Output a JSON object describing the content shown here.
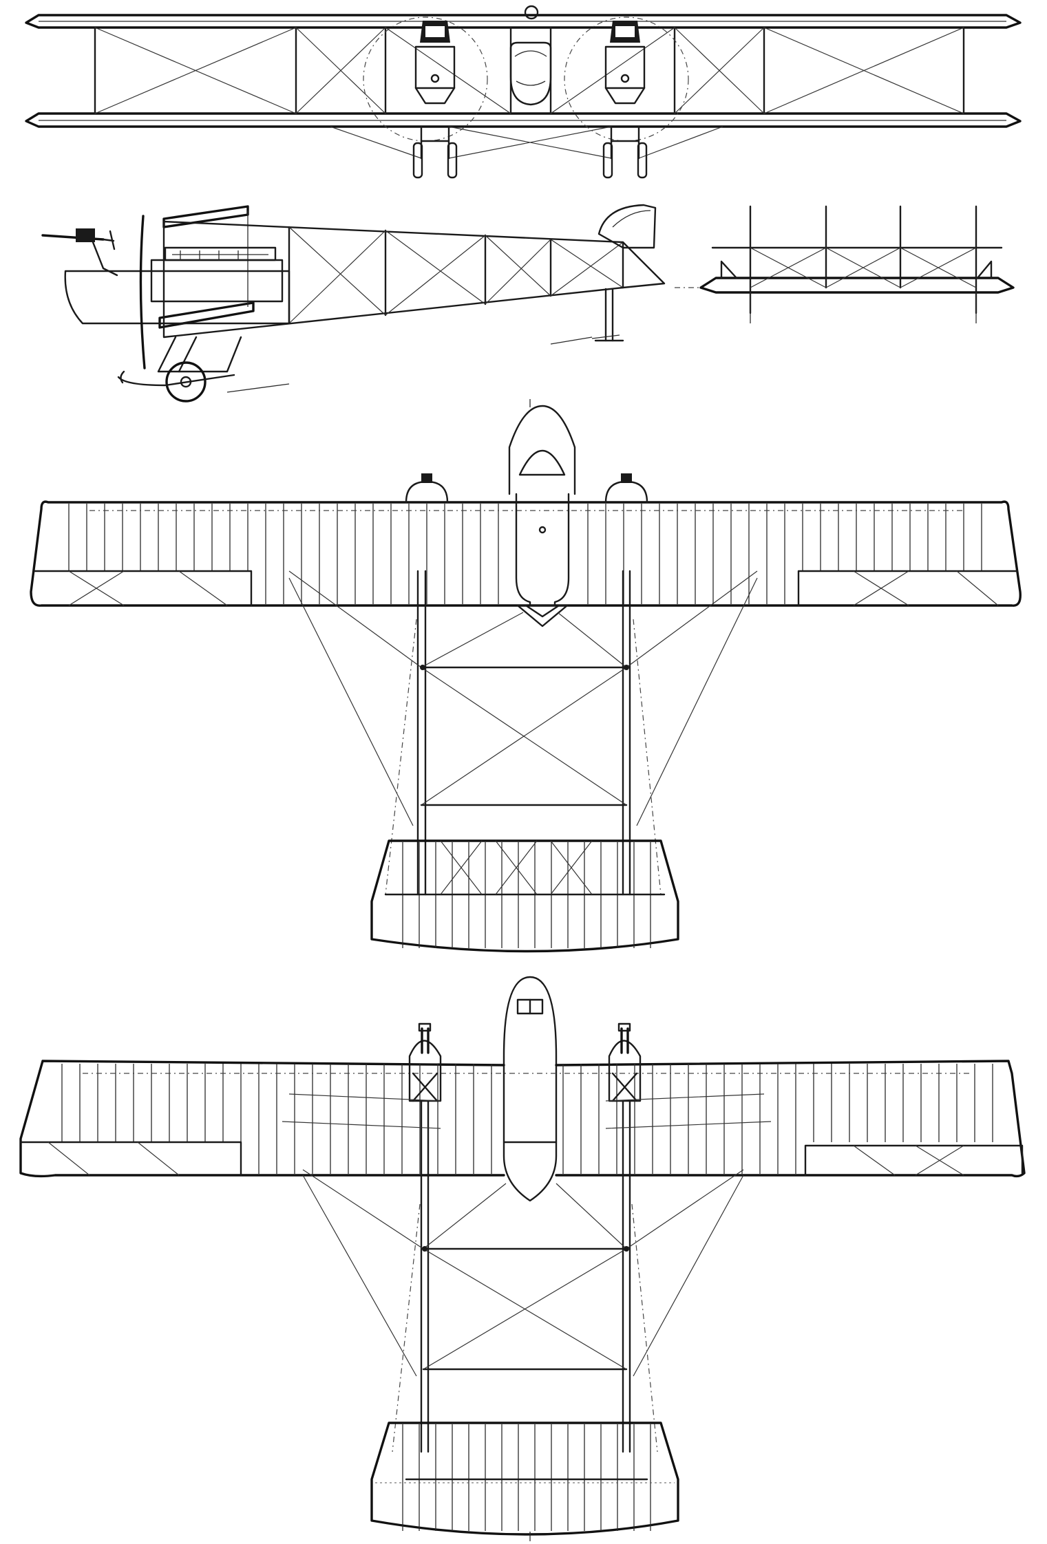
{
  "drawing": {
    "kind": "aircraft-three-view",
    "views": [
      "front-view",
      "side-view",
      "rear-view",
      "top-view",
      "bottom-view"
    ],
    "colors": {
      "line": "#1a1a1a",
      "paper": "#ffffff"
    }
  }
}
